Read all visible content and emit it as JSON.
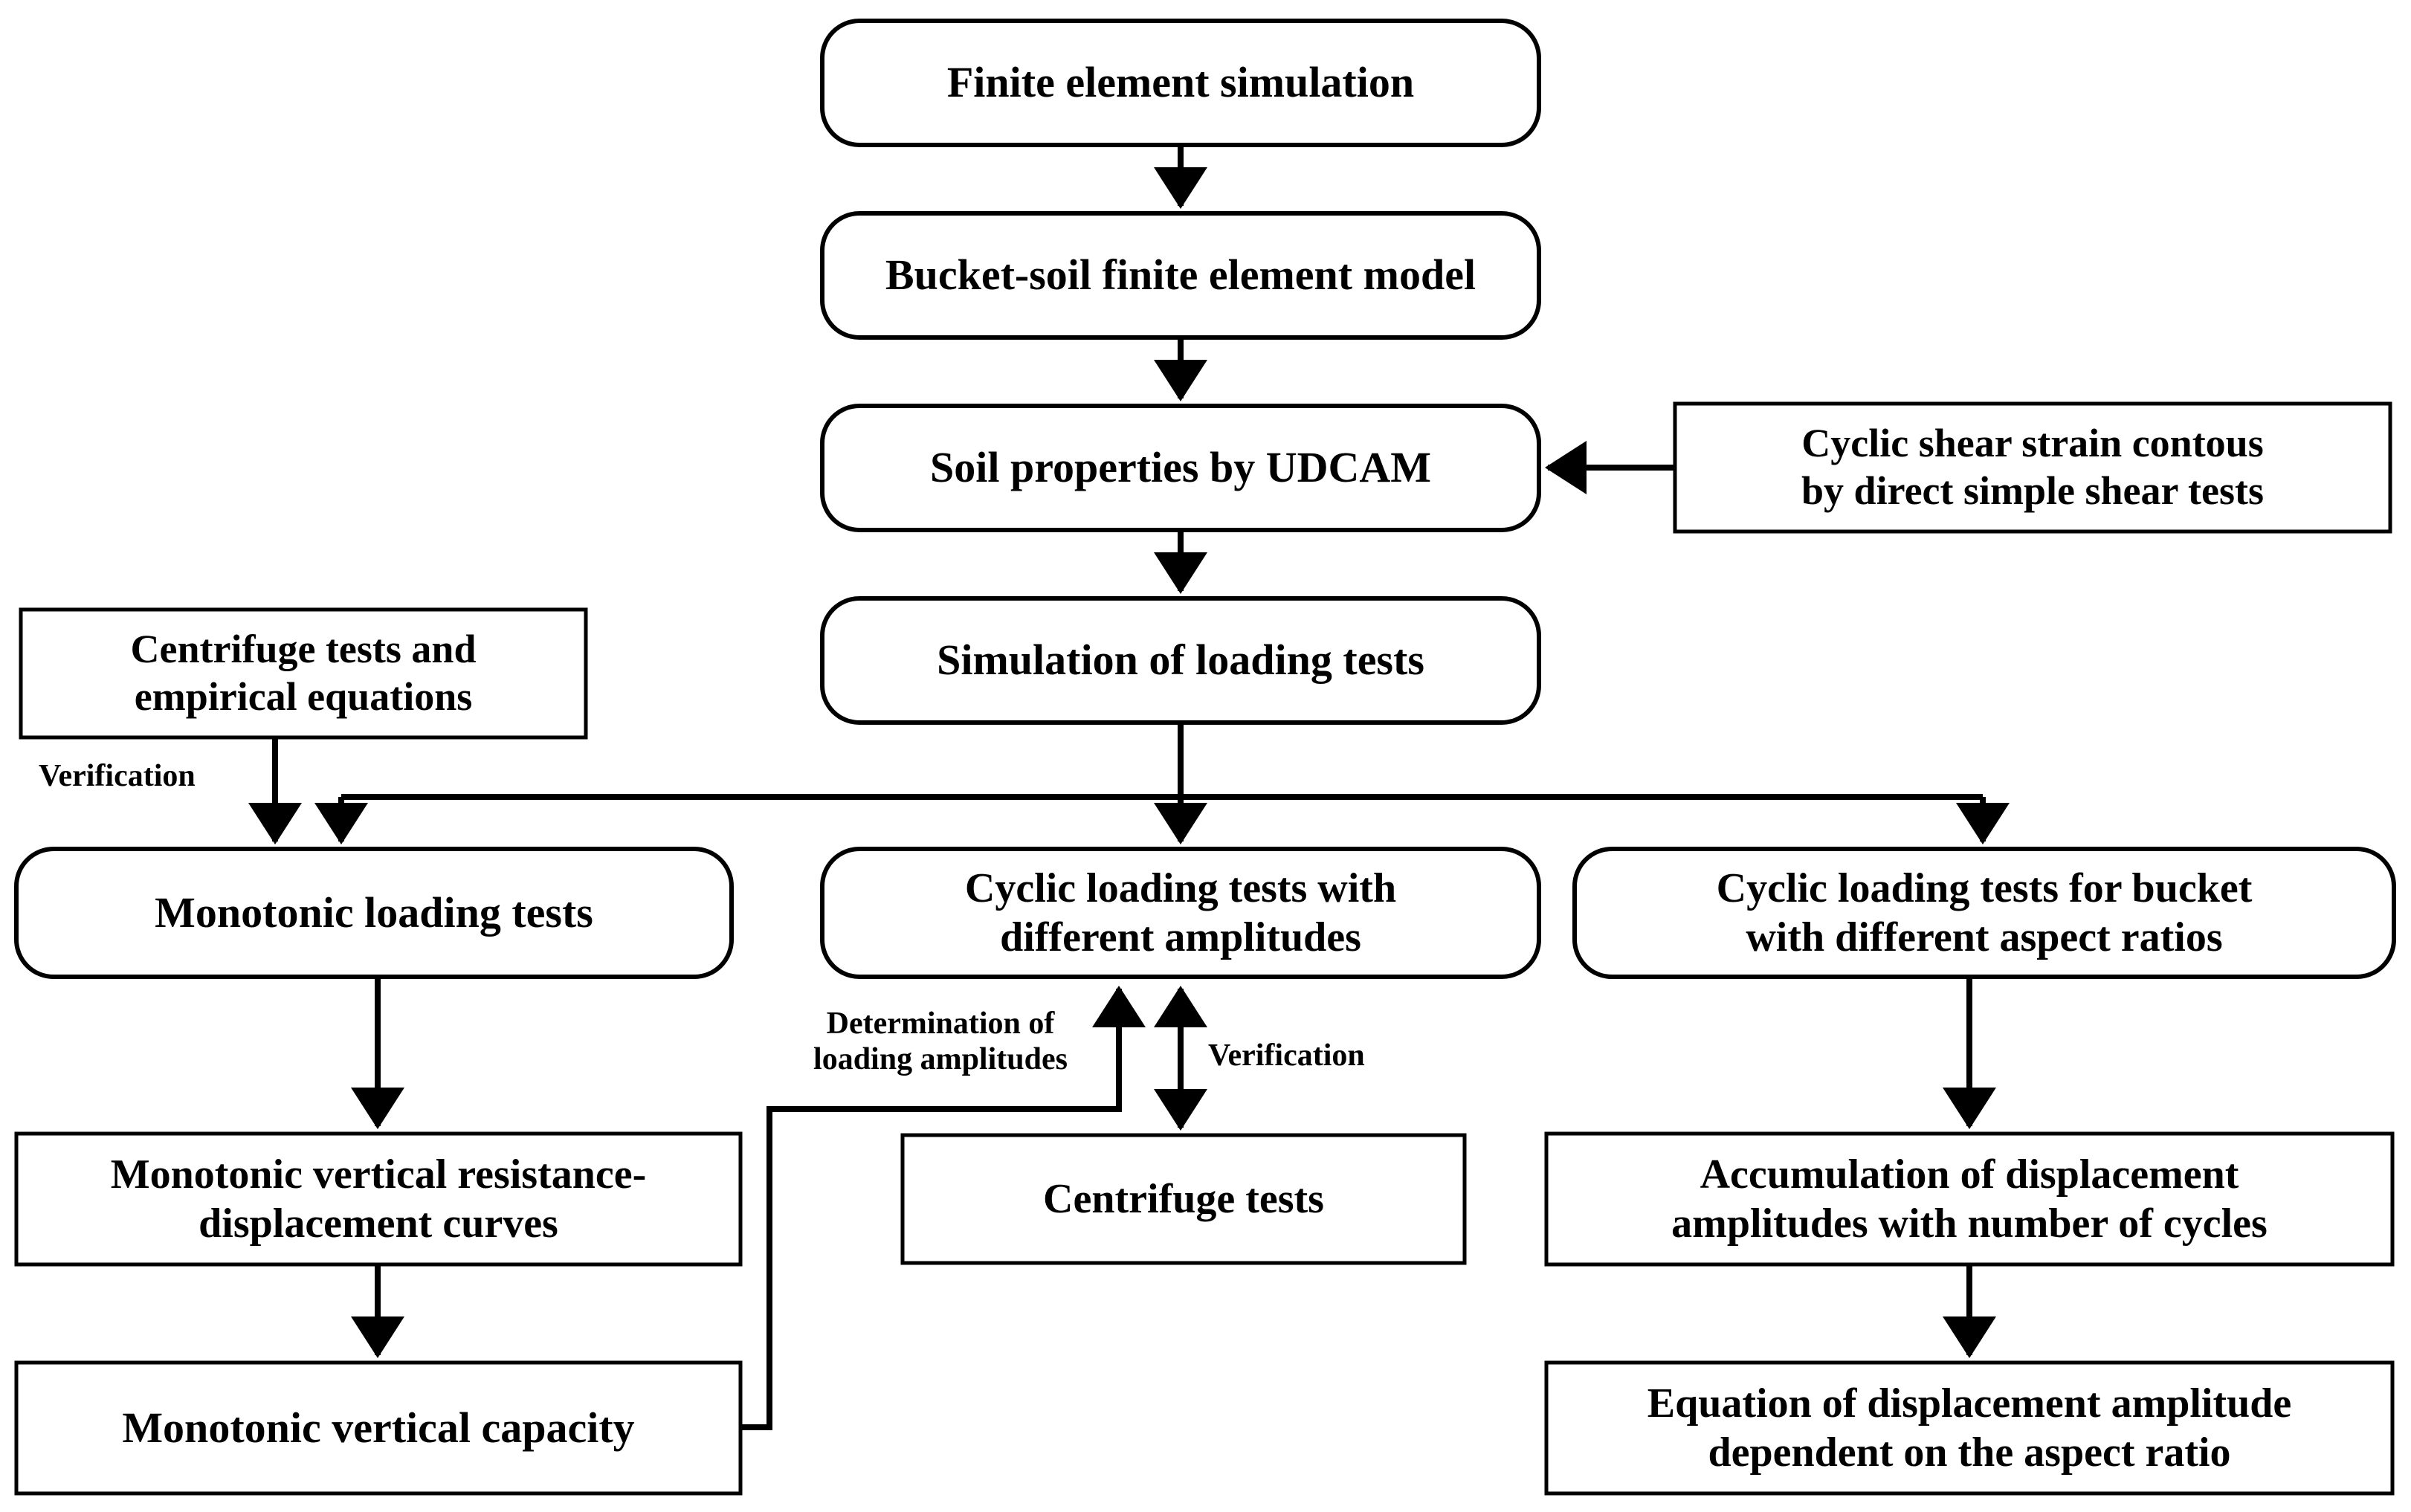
{
  "diagram": {
    "title": "Finite element simulation research flowchart",
    "background_color": "#ffffff",
    "line_color": "#000000",
    "text_color": "#000000"
  },
  "nodes": {
    "finite_element_simulation": {
      "label": "Finite element simulation",
      "shape": "rounded-rect"
    },
    "bucket_soil_model": {
      "label": "Bucket-soil finite element model",
      "shape": "rounded-rect"
    },
    "soil_properties_udcam": {
      "label": "Soil properties by UDCAM",
      "shape": "rounded-rect"
    },
    "cyclic_shear_strain": {
      "label": "Cyclic shear strain contous\nby direct simple shear tests",
      "shape": "rect"
    },
    "simulation_loading_tests": {
      "label": "Simulation of loading tests",
      "shape": "rounded-rect"
    },
    "centrifuge_empirical": {
      "label": "Centrifuge tests and\nempirical equations",
      "shape": "rect"
    },
    "monotonic_loading_tests": {
      "label": "Monotonic loading tests",
      "shape": "rounded-rect"
    },
    "cyclic_loading_amplitudes": {
      "label": "Cyclic loading tests with\ndifferent amplitudes",
      "shape": "rounded-rect"
    },
    "cyclic_loading_aspect_ratios": {
      "label": "Cyclic loading tests for bucket\nwith different aspect ratios",
      "shape": "rounded-rect"
    },
    "monotonic_resistance_curves": {
      "label": "Monotonic vertical resistance-\ndisplacement curves",
      "shape": "rect"
    },
    "centrifuge_tests": {
      "label": "Centrifuge tests",
      "shape": "rect"
    },
    "accumulation_displacement": {
      "label": "Accumulation of displacement\namplitudes with number of cycles",
      "shape": "rect"
    },
    "monotonic_vertical_capacity": {
      "label": "Monotonic vertical capacity",
      "shape": "rect"
    },
    "equation_displacement_amplitude": {
      "label": "Equation of displacement amplitude\ndependent on the aspect ratio",
      "shape": "rect"
    }
  },
  "edge_labels": {
    "verification_left": "Verification",
    "determination_of_loading_amplitudes": "Determination of\nloading amplitudes",
    "verification_center": "Verification"
  },
  "edges": [
    {
      "from": "finite_element_simulation",
      "to": "bucket_soil_model",
      "kind": "arrow-down"
    },
    {
      "from": "bucket_soil_model",
      "to": "soil_properties_udcam",
      "kind": "arrow-down"
    },
    {
      "from": "cyclic_shear_strain",
      "to": "soil_properties_udcam",
      "kind": "arrow-left"
    },
    {
      "from": "soil_properties_udcam",
      "to": "simulation_loading_tests",
      "kind": "arrow-down"
    },
    {
      "from": "simulation_loading_tests",
      "to": "monotonic_loading_tests",
      "kind": "split-down"
    },
    {
      "from": "simulation_loading_tests",
      "to": "cyclic_loading_amplitudes",
      "kind": "split-down"
    },
    {
      "from": "simulation_loading_tests",
      "to": "cyclic_loading_aspect_ratios",
      "kind": "split-down"
    },
    {
      "from": "centrifuge_empirical",
      "to": "monotonic_loading_tests",
      "kind": "arrow-down",
      "label": "Verification"
    },
    {
      "from": "monotonic_loading_tests",
      "to": "monotonic_resistance_curves",
      "kind": "arrow-down"
    },
    {
      "from": "monotonic_resistance_curves",
      "to": "monotonic_vertical_capacity",
      "kind": "arrow-down"
    },
    {
      "from": "monotonic_vertical_capacity",
      "to": "cyclic_loading_amplitudes",
      "kind": "elbow-up",
      "label": "Determination of loading amplitudes"
    },
    {
      "from": "centrifuge_tests",
      "to": "cyclic_loading_amplitudes",
      "kind": "double-arrow",
      "label": "Verification"
    },
    {
      "from": "cyclic_loading_aspect_ratios",
      "to": "accumulation_displacement",
      "kind": "arrow-down"
    },
    {
      "from": "accumulation_displacement",
      "to": "equation_displacement_amplitude",
      "kind": "arrow-down"
    }
  ]
}
